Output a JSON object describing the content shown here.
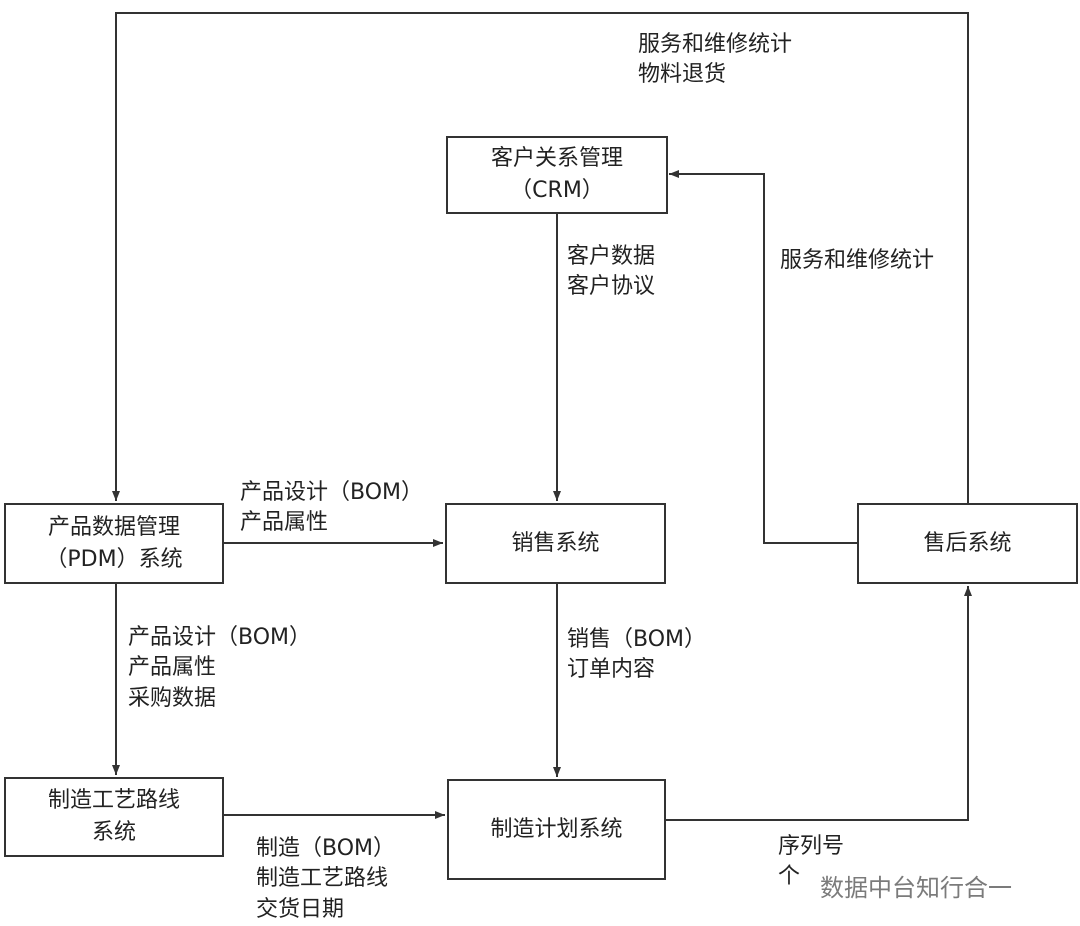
{
  "nodes": {
    "crm": {
      "line1": "客户关系管理",
      "line2": "（CRM）"
    },
    "pdm": {
      "line1": "产品数据管理",
      "line2": "（PDM）系统"
    },
    "sales": {
      "line1": "销售系统"
    },
    "after_sales": {
      "line1": "售后系统"
    },
    "routing": {
      "line1": "制造工艺路线",
      "line2": "系统"
    },
    "mfg_plan": {
      "line1": "制造计划系统"
    }
  },
  "edge_labels": {
    "top_loop": [
      "服务和维修统计",
      "物料退货"
    ],
    "after_to_crm": [
      "服务和维修统计"
    ],
    "crm_to_sales": [
      "客户数据",
      "客户协议"
    ],
    "pdm_to_sales": [
      "产品设计（BOM）",
      "产品属性"
    ],
    "pdm_to_routing": [
      "产品设计（BOM）",
      "产品属性",
      "采购数据"
    ],
    "sales_to_plan": [
      "销售（BOM）",
      "订单内容"
    ],
    "routing_to_plan": [
      "制造（BOM）",
      "制造工艺路线",
      "交货日期"
    ],
    "plan_to_after": [
      "序列号",
      "个"
    ]
  },
  "watermark": "数据中台知行合一"
}
